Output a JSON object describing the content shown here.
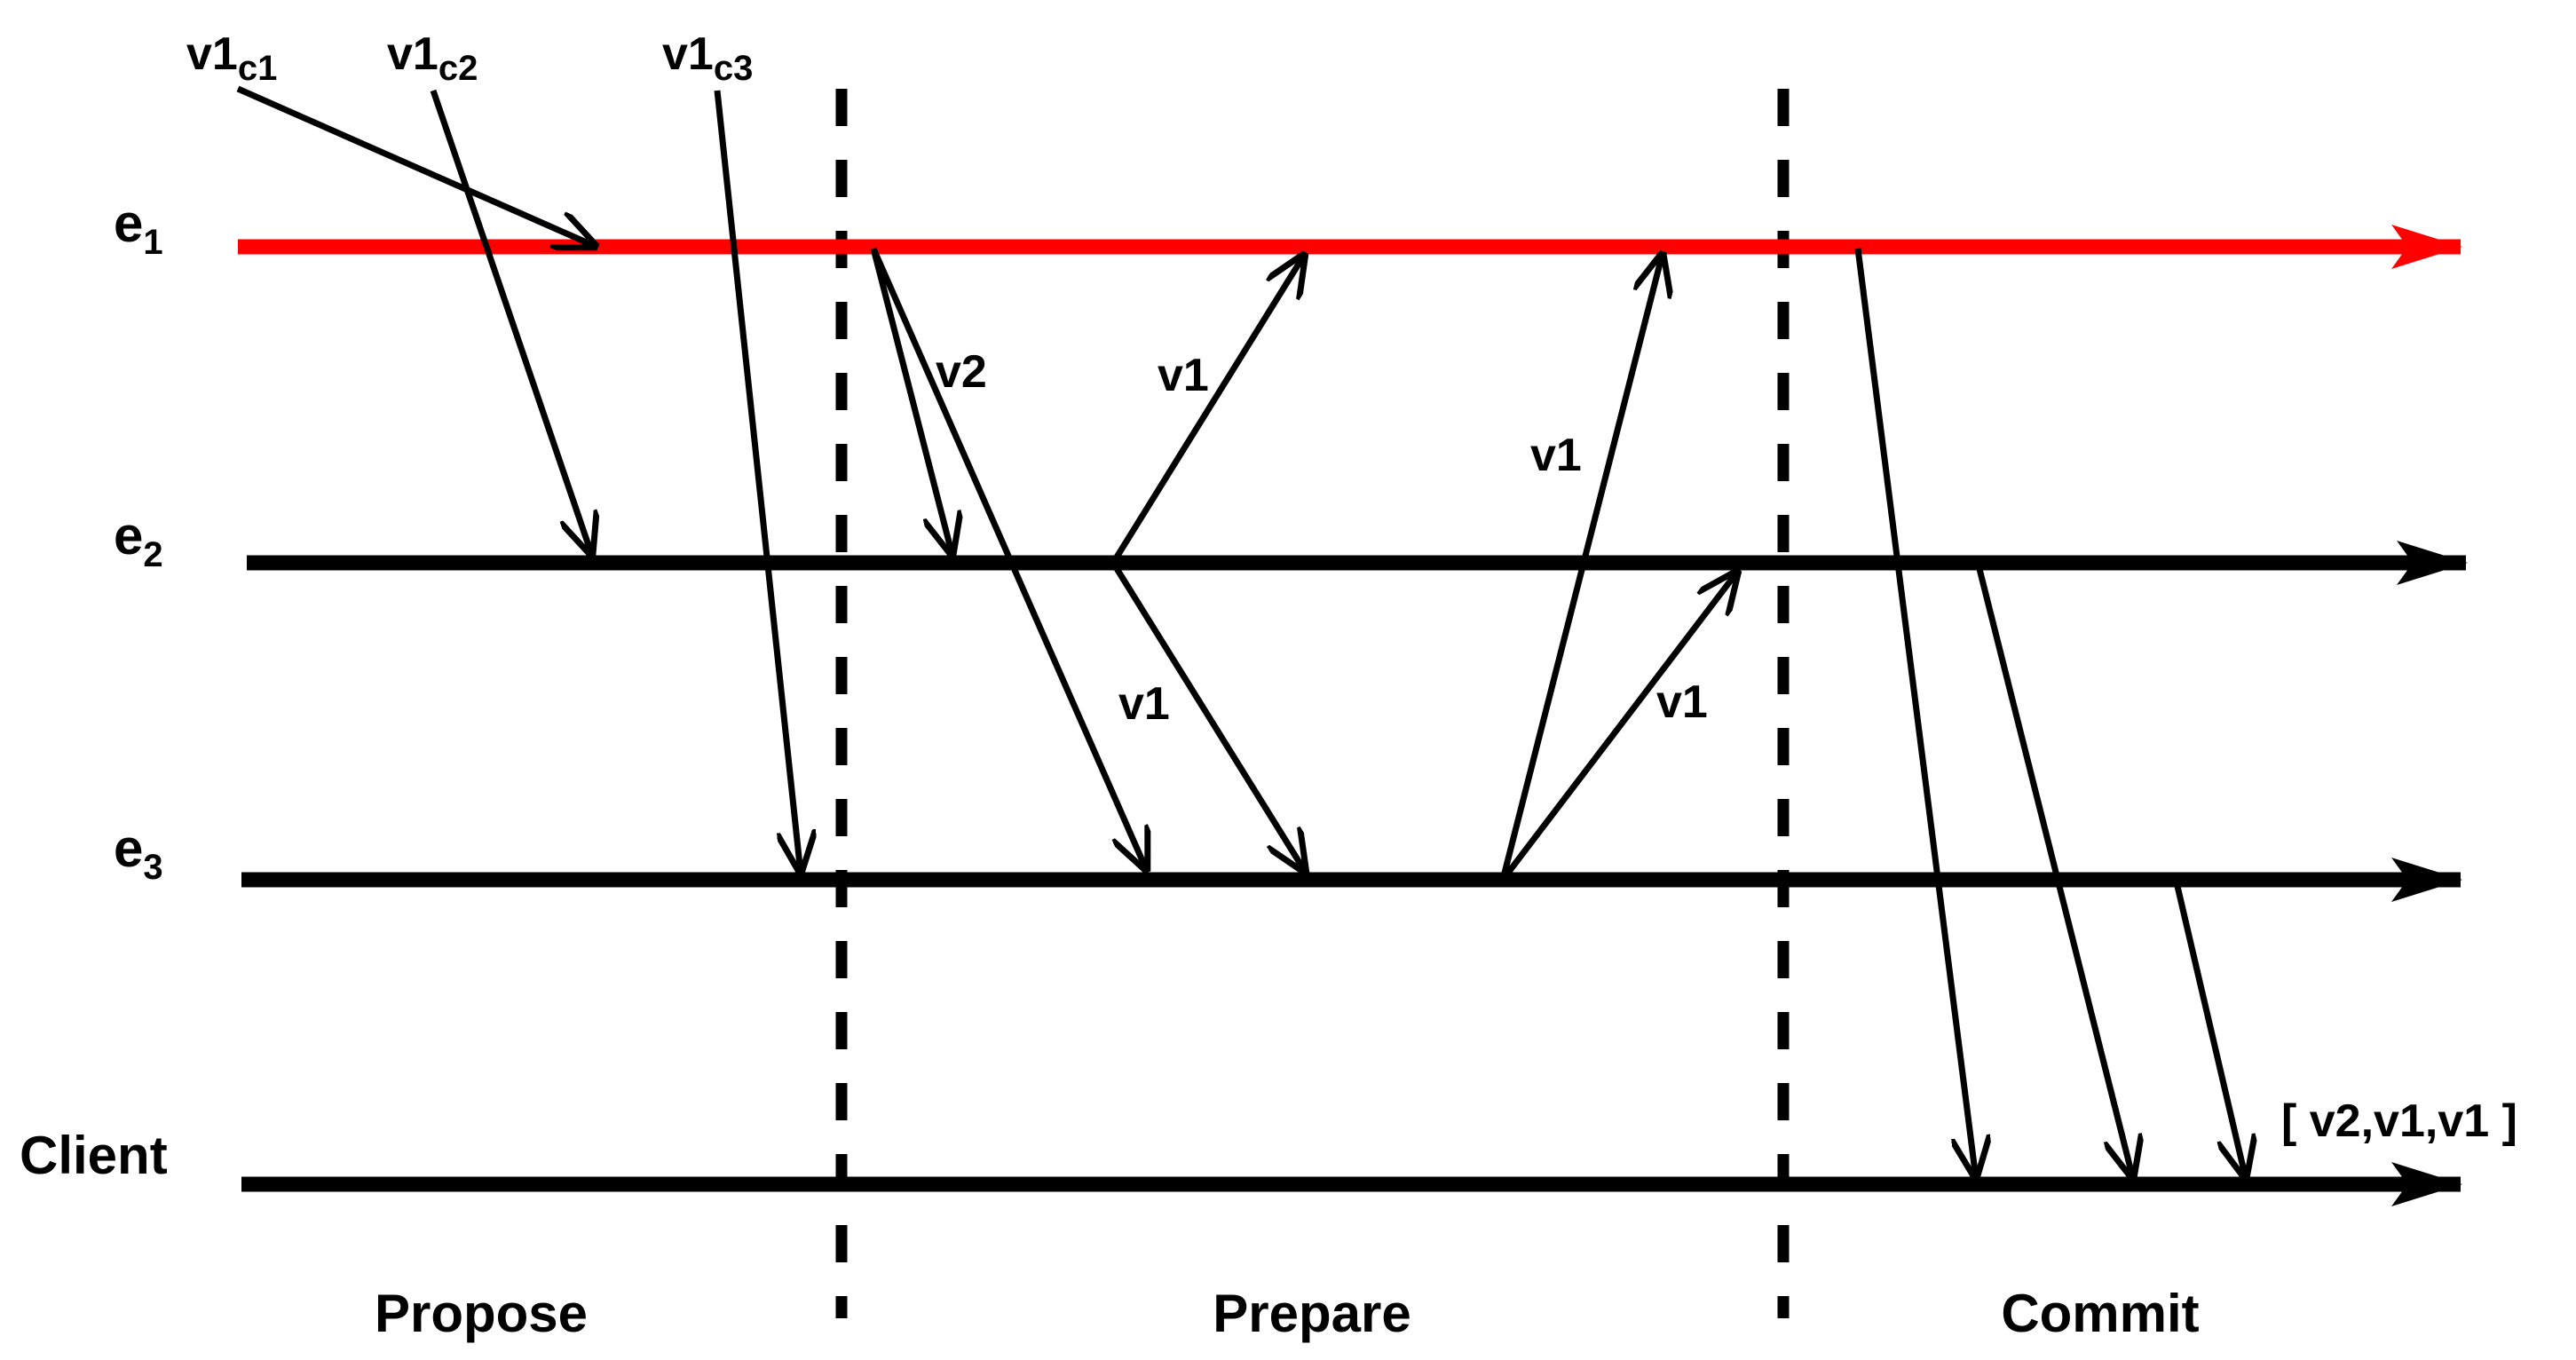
{
  "colors": {
    "highlight": "#ff0000",
    "line": "#000000",
    "background": "#ffffff"
  },
  "timelines": [
    {
      "id": "e1",
      "main": "e",
      "sub": "1",
      "color": "#ff0000"
    },
    {
      "id": "e2",
      "main": "e",
      "sub": "2",
      "color": "#000000"
    },
    {
      "id": "e3",
      "main": "e",
      "sub": "3",
      "color": "#000000"
    },
    {
      "id": "client",
      "main": "Client",
      "sub": "",
      "color": "#000000"
    }
  ],
  "inputs": [
    {
      "main": "v1",
      "sub": "c1"
    },
    {
      "main": "v1",
      "sub": "c2"
    },
    {
      "main": "v1",
      "sub": "c3"
    }
  ],
  "message_labels": [
    "v2",
    "v1",
    "v1",
    "v1",
    "v1"
  ],
  "result": "[ v2,v1,v1 ]",
  "phases": [
    "Propose",
    "Prepare",
    "Commit"
  ]
}
